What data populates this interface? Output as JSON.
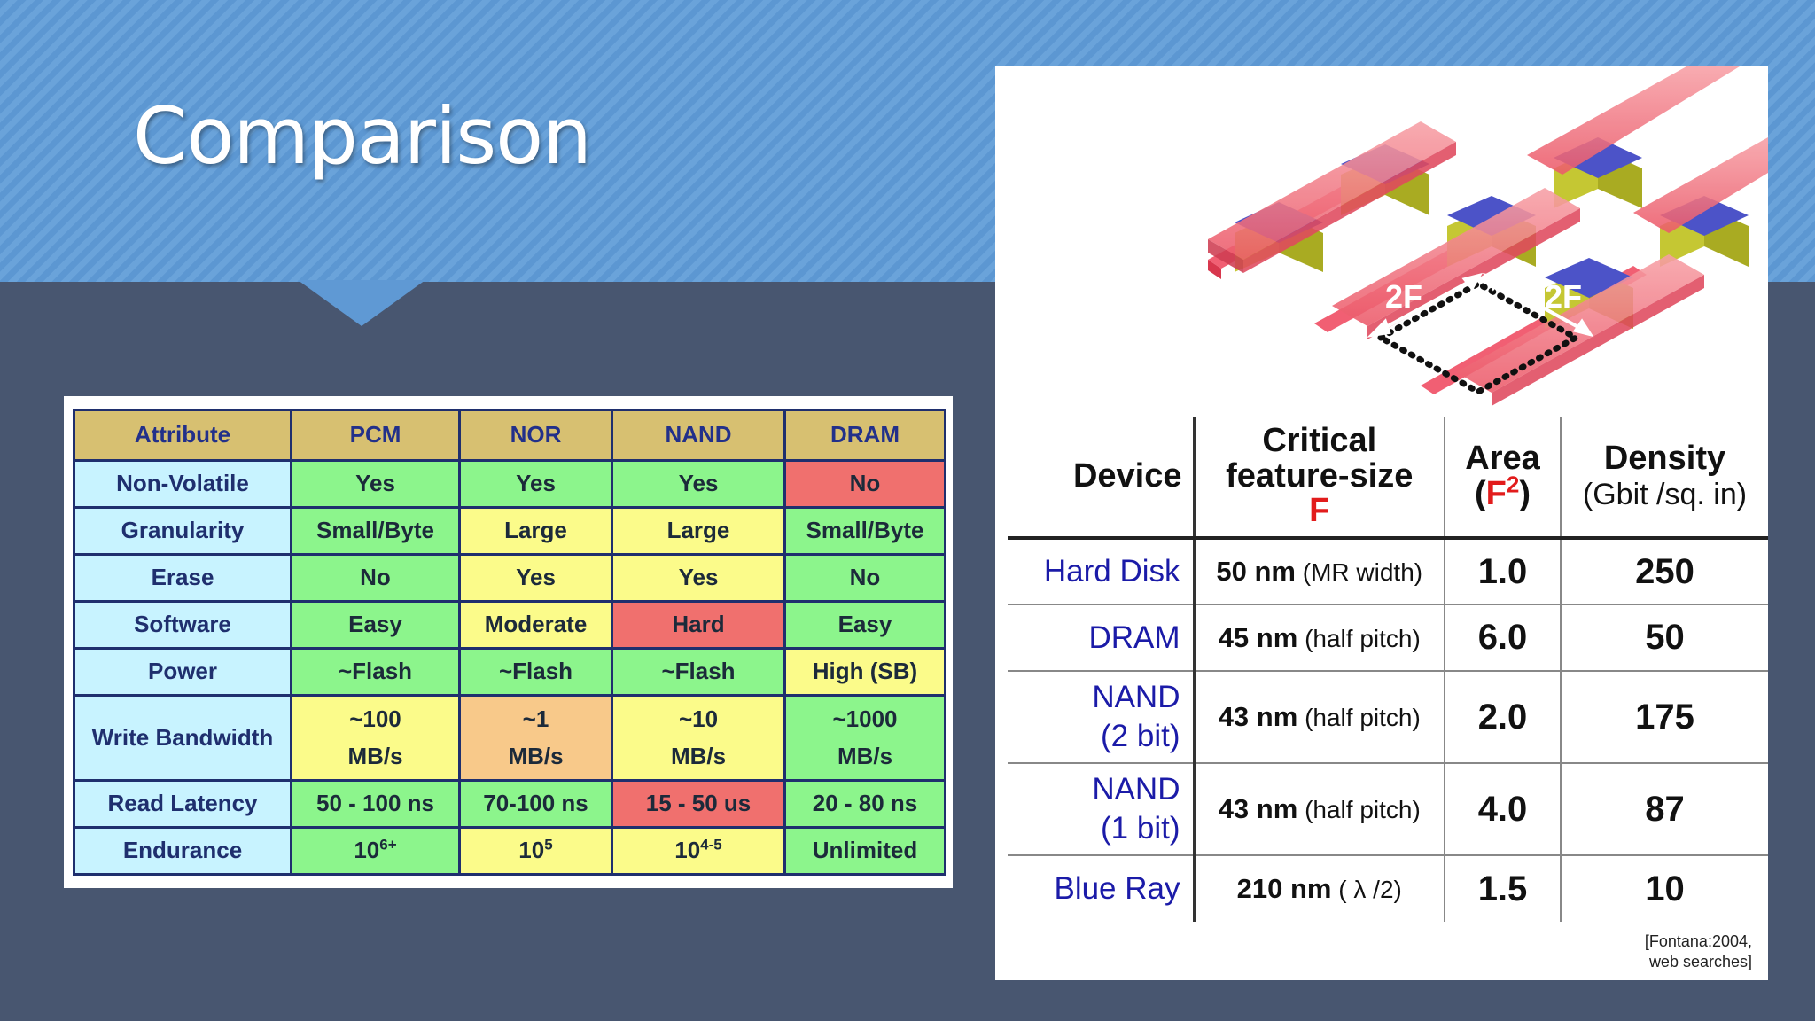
{
  "slide": {
    "title": "Comparison"
  },
  "left_table": {
    "headers": [
      "Attribute",
      "PCM",
      "NOR",
      "NAND",
      "DRAM"
    ],
    "rows": [
      {
        "attr": "Non-Volatile",
        "cells": [
          "Yes",
          "Yes",
          "Yes",
          "No"
        ]
      },
      {
        "attr": "Granularity",
        "cells": [
          "Small/Byte",
          "Large",
          "Large",
          "Small/Byte"
        ]
      },
      {
        "attr": "Erase",
        "cells": [
          "No",
          "Yes",
          "Yes",
          "No"
        ]
      },
      {
        "attr": "Software",
        "cells": [
          "Easy",
          "Moderate",
          "Hard",
          "Easy"
        ]
      },
      {
        "attr": "Power",
        "cells": [
          "~Flash",
          "~Flash",
          "~Flash",
          "High (SB)"
        ]
      },
      {
        "attr": "Write Bandwidth",
        "cells": [
          [
            "~100",
            "MB/s"
          ],
          [
            "~1",
            "MB/s"
          ],
          [
            "~10",
            "MB/s"
          ],
          [
            "~1000",
            "MB/s"
          ]
        ]
      },
      {
        "attr": "Read Latency",
        "cells": [
          "50 - 100 ns",
          "70-100 ns",
          "15 - 50 us",
          "20 - 80 ns"
        ]
      },
      {
        "attr": "Endurance",
        "cells": [
          {
            "base": "10",
            "exp": "6+"
          },
          {
            "base": "10",
            "exp": "5"
          },
          {
            "base": "10",
            "exp": "4-5"
          },
          "Unlimited"
        ]
      }
    ],
    "colors": {
      "green": "#8cf58c",
      "yellow": "#fbfb8a",
      "red": "#f0706e",
      "orange": "#f8c98a",
      "header": "#d7c071",
      "attr": "#c8f3ff"
    }
  },
  "right_panel": {
    "diagram_labels": {
      "left": "2F",
      "right": "2F"
    },
    "headers": {
      "device": "Device",
      "feature_line1": "Critical",
      "feature_line2": "feature-size",
      "feature_symbol": "F",
      "area": "Area",
      "area_unit_open": "(",
      "area_unit_symbol": "F",
      "area_unit_exp": "2",
      "area_unit_close": ")",
      "density": "Density",
      "density_unit": "(Gbit /sq. in)"
    },
    "rows": [
      {
        "device": [
          "Hard Disk"
        ],
        "size": "50 nm",
        "note": "(MR width)",
        "area": "1.0",
        "density": "250"
      },
      {
        "device": [
          "DRAM"
        ],
        "size": "45 nm",
        "note": "(half pitch)",
        "area": "6.0",
        "density": "50"
      },
      {
        "device": [
          "NAND",
          "(2 bit)"
        ],
        "size": "43 nm",
        "note": "(half pitch)",
        "area": "2.0",
        "density": "175"
      },
      {
        "device": [
          "NAND",
          "(1 bit)"
        ],
        "size": "43 nm",
        "note": "(half pitch)",
        "area": "4.0",
        "density": "87"
      },
      {
        "device": [
          "Blue Ray"
        ],
        "size": "210 nm",
        "note": "( λ /2)",
        "area": "1.5",
        "density": "10"
      }
    ],
    "citation_line1": "[Fontana:2004,",
    "citation_line2": "web searches]"
  }
}
